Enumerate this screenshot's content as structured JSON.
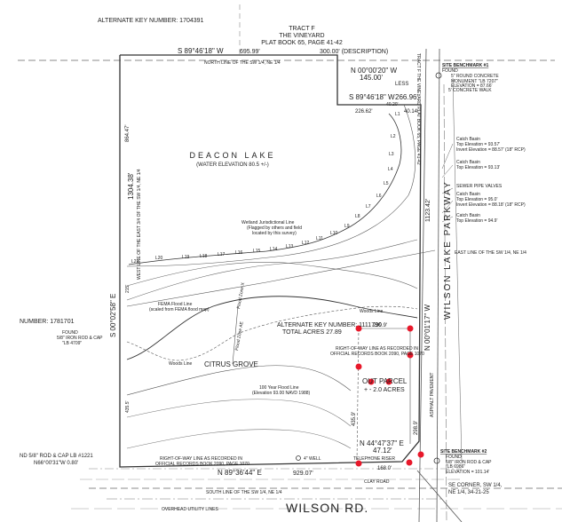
{
  "labels": {
    "alternate_key_top": "ALTERNATE KEY NUMBER: 1704391",
    "tract_line1": "TRACT F",
    "tract_line2": "THE VINEYARD",
    "tract_line3": "PLAT BOOK 65, PAGE 41-42",
    "bearing_north": "S 89°46'18\" W",
    "dist_north": "695.99'",
    "dist_description": "300.00' (DESCRIPTION)",
    "north_line_sw": "NORTH LINE OF THE SW 1/4, NE 1/4",
    "bearing_notch_v": "N 00°00'20\" W",
    "dist_notch_v": "145.00'",
    "less": "LESS",
    "bearing_notch_h": "S 89°46'18\" W",
    "dist_notch_h": "266.96'",
    "dist_226": "226.62'",
    "dist_40": "40.14'",
    "dist_40_small": "40.20'",
    "tract_f_vert": "TRACT F THE VINEYARD PLAT BOOK 65, PAGE 41-42",
    "bm1_title": "SITE BENCHMARK #1",
    "bm1_l1": "FOUND",
    "bm1_l2": "5\" ROUND CONCRETE",
    "bm1_l3": "MONUMENT \"LB 7207\"",
    "bm1_l4": "ELEVATION = 87.66'",
    "concrete_walk": "5' CONCRETE WALK",
    "lake_name": "DEACON LAKE",
    "lake_elev": "(WATER ELEVATION 80.5 +/-)",
    "dist_864": "864.47'",
    "dist_1304": "1304.38'",
    "west_line": "WEST LINE OF THE EAST 3/4 OF THE SW 1/4, NE 1/4",
    "bearing_west": "S 00°02'58\" E",
    "dist_1123": "1123.42'",
    "cb1_title": "Catch Basin",
    "cb1_top": "Top Elevation = 93.57'",
    "cb1_inv": "Invert Elevation = 88.57' (18\" RCP)",
    "cb2_title": "Catch Basin",
    "cb2_top": "Top Elevation = 93.13'",
    "sewer": "SEWER PIPE VALVES",
    "cb3_title": "Catch Basin",
    "cb3_top": "Top Elevation = 95.0'",
    "cb3_inv": "Invert Elevation = 88.18' (18\" RCP)",
    "cb4_title": "Catch Basin",
    "cb4_top": "Top Elevation = 94.9'",
    "wetland_l1": "Wetland Jurisdictional Line",
    "wetland_l2": "(Flagged by others and field",
    "wetland_l3": "located by this survey)",
    "east_line": "EAST LINE OF THE SW 1/4, NE 1/4",
    "parkway": "WILSON LAKE PARKWAY",
    "number_left": "NUMBER: 1781701",
    "found_l1": "FOUND",
    "found_l2": "5/8\" IRON ROD & CAP",
    "found_l3": "\"LB 4709\"",
    "fema_l1": "FEMA Flood Line",
    "fema_l2": "(scaled from FEMA flood map)",
    "flood_zone_x": "Flood Zone X",
    "flood_zone_a": "Flood Zone AE",
    "woods_line_r": "Woods Line",
    "dist_299": "299.9'",
    "bearing_east": "N 00°01'17\" W",
    "alt_key_mid": "ALTERNATE KEY NUMBER: 1111790",
    "total_acres": "TOTAL ACRES 27.89",
    "dist_215": "215'",
    "citrus": "CITRUS GROVE",
    "woods_line_l": "Woods Line",
    "row_r_l1": "RIGHT-OF-WAY LINE AS RECORDED IN",
    "row_r_l2": "OFFICIAL RECORDS BOOK 2090, PAGE 1070",
    "out_parcel": "OUT PARCEL",
    "out_acres": "+ - 2.0 ACRES",
    "asphalt": "ASPHALT PAVEMENT",
    "yr100_l1": "100 Year Flood Line",
    "yr100_l2": "(Elevation 93.00 NAVD 1988)",
    "dist_435": "435.9'",
    "dist_435_b": "435.5'",
    "dist_298": "298.9'",
    "bearing_diag": "N 44°47'37\" E",
    "dist_diag": "47.12'",
    "rod_left": "ND 5/8\" ROD & CAP LB #1221",
    "bearing_south": "N66°00'31\"W 0.80'",
    "row_l_l1": "RIGHT-OF-WAY LINE AS RECORDED IN",
    "row_l_l2": "OFFICIAL RECORDS BOOK 2090, PAGE 1070",
    "well": "4\" WELL",
    "riser": "TELEPHONE RISER",
    "bm2_title": "SITE BENCHMARK #2",
    "bm2_l1": "FOUND",
    "bm2_l2": "5/8\" IRON ROD & CAP",
    "bm2_l3": "\"LB 6986\"",
    "bm2_l4": "ELEVATION = 101.14'",
    "bearing_south2": "N 89°36'44\" E",
    "dist_929": "929.07'",
    "dist_168": "168.0'",
    "clay_road": "CLAY ROAD",
    "south_line": "SOUTH LINE OF THE SW 1/4, NE 1/4",
    "se_l1": "SE CORNER, SW 1/4,",
    "se_l2": "NE 1/4, 34-21-25",
    "overhead": "OVERHEAD UTILITY LINES",
    "road_name": "WILSON RD."
  },
  "wetland_flags": [
    "L1",
    "L2",
    "L3",
    "L4",
    "L5",
    "L6",
    "L7",
    "L8",
    "L9",
    "L10",
    "L11",
    "L12",
    "L13",
    "L14",
    "L15",
    "L16",
    "L17",
    "L18",
    "L19",
    "L20",
    "L21"
  ],
  "colors": {
    "line": "#333333",
    "marker": "#e8182a",
    "thin": "#555555"
  }
}
